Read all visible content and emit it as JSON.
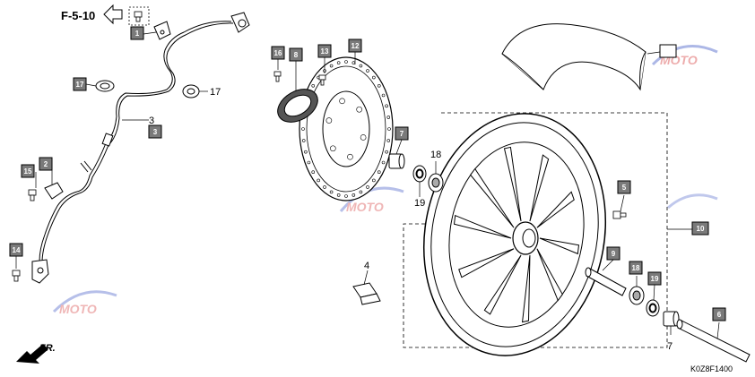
{
  "diagram": {
    "reference_label": "F-5-10",
    "direction_label": "FR.",
    "diagram_code": "K0Z8F1400",
    "watermark_text": "MOTO",
    "colors": {
      "box_fill": "#7a7a7a",
      "line": "#000000",
      "watermark_red": "#d94a4a",
      "watermark_blue": "#4a62c9"
    },
    "part_labels": {
      "p1": "1",
      "p2": "2",
      "p3_plain": "3",
      "p3_box": "3",
      "p4": "4",
      "p5": "5",
      "p6": "6",
      "p7_box": "7",
      "p7_plain": "7",
      "p8": "8",
      "p9": "9",
      "p10": "10",
      "p12": "12",
      "p13": "13",
      "p14": "14",
      "p15": "15",
      "p16": "16",
      "p17_box": "17",
      "p17_plain": "17",
      "p18_plain": "18",
      "p18_box": "18",
      "p19_plain": "19",
      "p19_box": "19"
    }
  }
}
